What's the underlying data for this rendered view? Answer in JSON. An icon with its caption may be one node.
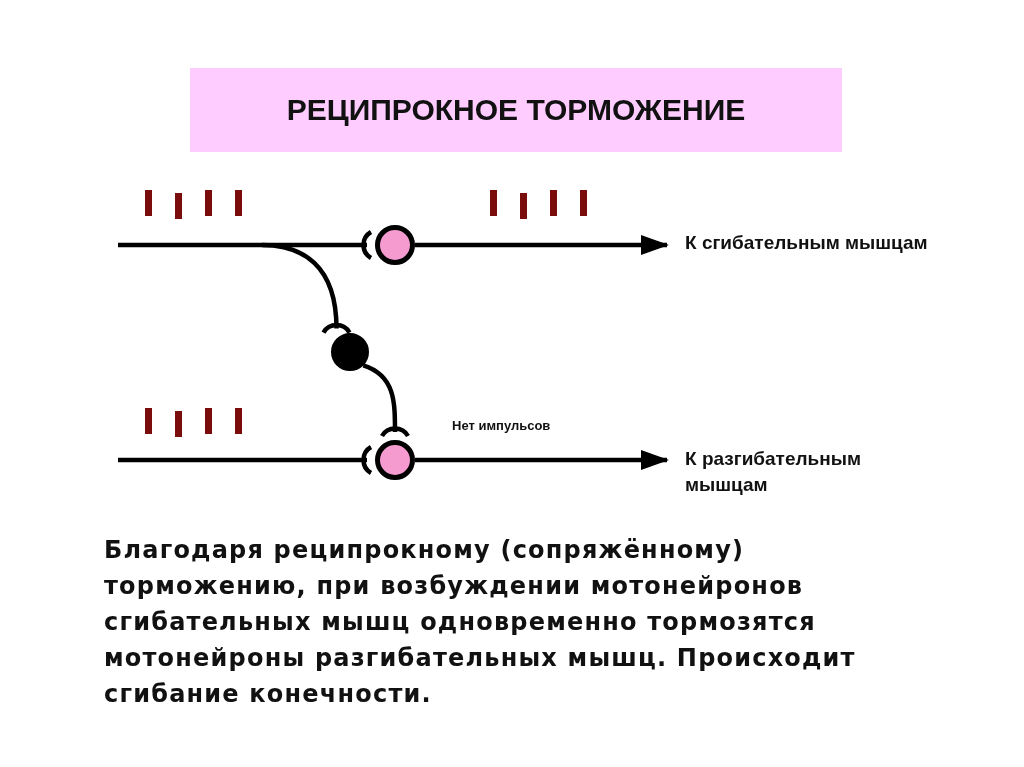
{
  "diagram": {
    "title": "РЕЦИПРОКНОЕ ТОРМОЖЕНИЕ",
    "caption": "Благодаря реципрокному (сопряжённому) торможению, при возбуждении мотонейронов сгибательных мышц одновременно тормозятся мотонейроны разгибательных мышц. Происходит сгибание конечности.",
    "nodes": [
      {
        "text": [],
        "shape": "circle"
      },
      {
        "text": [],
        "shape": "circle"
      },
      {
        "text": [],
        "shape": "circle"
      },
      {
        "text": [
          "К сгибательным мышцам"
        ]
      },
      {
        "text": [
          "К разгибательным мышцам"
        ]
      }
    ],
    "edges": [
      {
        "from": null,
        "to": 0,
        "arrow": "other"
      },
      {
        "from": null,
        "to": 1,
        "arrow": "other"
      },
      {
        "from": 1,
        "to": 2,
        "arrow": "other"
      },
      {
        "from": null,
        "to": 2,
        "arrow": "other"
      },
      {
        "from": 0,
        "to": 3,
        "arrow": "to"
      },
      {
        "from": 2,
        "to": 4,
        "arrow": "to",
        "label": "Нет импульсов"
      }
    ]
  }
}
